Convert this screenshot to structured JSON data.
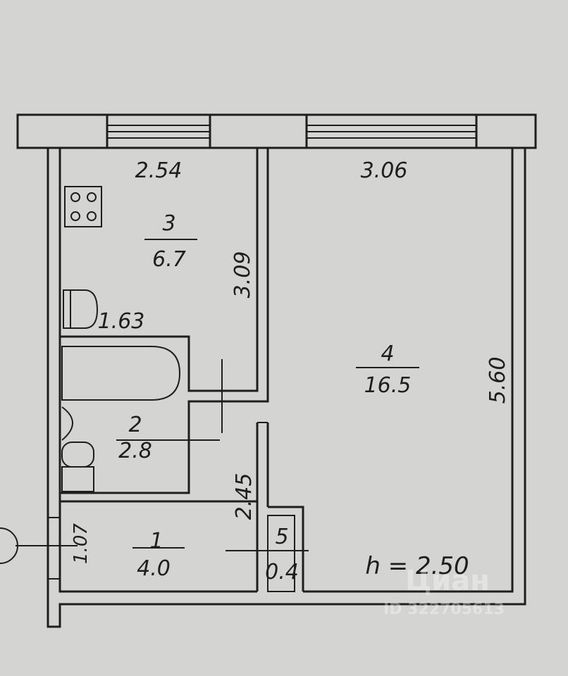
{
  "dimensions": {
    "kitchen_width": "2.54",
    "room_width": "3.06",
    "kitchen_length": "3.09",
    "kitchen_side": "1.63",
    "room_length": "5.60",
    "corridor_length": "2.45",
    "hall_width": "1.07"
  },
  "rooms": [
    {
      "number": "1",
      "area": "4.0"
    },
    {
      "number": "2",
      "area": "2.8"
    },
    {
      "number": "3",
      "area": "6.7"
    },
    {
      "number": "4",
      "area": "16.5"
    },
    {
      "number": "5",
      "area": "0.4"
    }
  ],
  "ceiling_height": "h = 2.50",
  "watermark": {
    "brand": "Циан",
    "id": "ID 322705613"
  }
}
